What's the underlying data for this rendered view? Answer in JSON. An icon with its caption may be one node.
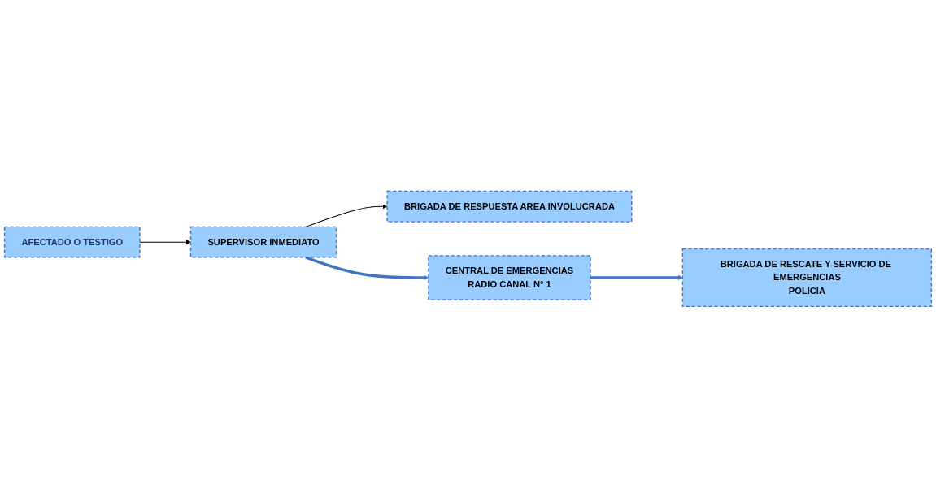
{
  "diagram": {
    "nodes": [
      {
        "text": [
          "AFECTADO O TESTIGO"
        ]
      },
      {
        "text": [
          "SUPERVISOR INMEDIATO"
        ]
      },
      {
        "text": [
          "BRIGADA DE RESPUESTA AREA INVOLUCRADA"
        ]
      },
      {
        "text": [
          "CENTRAL DE EMERGENCIAS",
          "RADIO CANAL N° 1"
        ]
      },
      {
        "text": [
          "BRIGADA DE RESCATE Y SERVICIO DE EMERGENCIAS",
          "POLICIA"
        ]
      }
    ],
    "edges": [
      {
        "from": 0,
        "to": 1,
        "arrow": "to"
      },
      {
        "from": 1,
        "to": 2,
        "arrow": "to"
      },
      {
        "from": 1,
        "to": 3,
        "arrow": "to",
        "style": "thick",
        "color": "#4472c4"
      },
      {
        "from": 3,
        "to": 4,
        "arrow": "to",
        "style": "thick",
        "color": "#4472c4"
      }
    ]
  }
}
